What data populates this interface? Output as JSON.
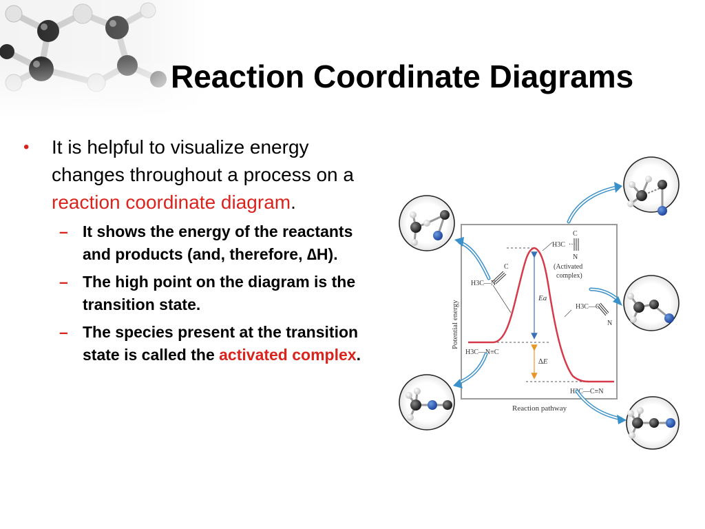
{
  "slide": {
    "title": "Reaction Coordinate Diagrams",
    "bullet": {
      "text_before": "It is helpful to visualize energy changes throughout a process on a ",
      "highlight": "reaction coordinate diagram",
      "text_after": "."
    },
    "sub_bullets": [
      {
        "text": "It shows the energy of the reactants and products (and, therefore, ∆H)."
      },
      {
        "text": "The high point on the diagram is the transition state."
      },
      {
        "text_before": "The species present at the transition state is called the ",
        "highlight": "activated complex",
        "text_after": "."
      }
    ]
  },
  "diagram": {
    "y_axis_label": "Potential energy",
    "x_axis_label": "Reaction pathway",
    "activation_energy_label": "Ea",
    "delta_e_label": "∆E",
    "reactant_label": "H3C—N≡C",
    "product_label": "H3C—C≡N",
    "activated_complex_label": "(Activated complex)",
    "transition_top_label": "H3C",
    "transition_C": "C",
    "transition_N": "N",
    "early_H3C": "H3C—N",
    "early_C": "C",
    "late_H3C": "H3C—C",
    "late_N": "N"
  },
  "colors": {
    "accent_red": "#d9241e",
    "curve": "#d63a4a",
    "ea_arrow": "#3b6fb6",
    "de_arrow": "#e8962a",
    "callout_arrow": "#3a90c8"
  }
}
